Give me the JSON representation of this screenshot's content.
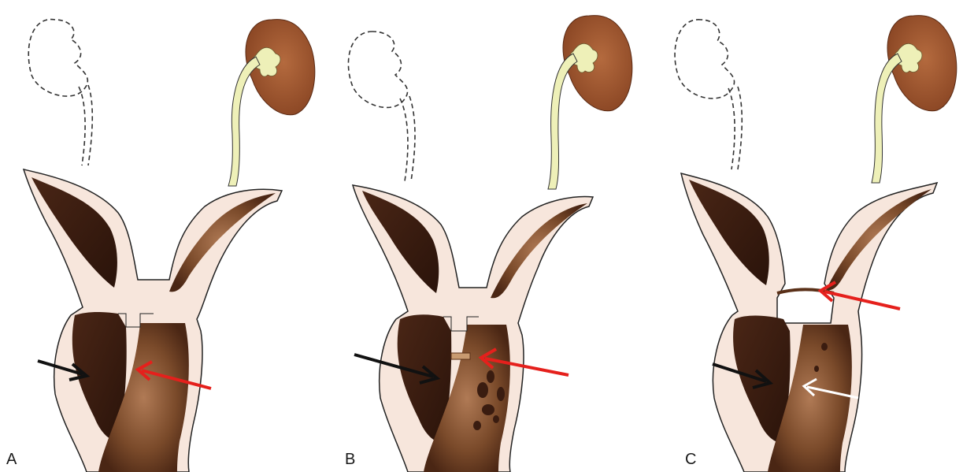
{
  "figure": {
    "panels": [
      {
        "label": "A"
      },
      {
        "label": "B"
      },
      {
        "label": "C"
      }
    ]
  },
  "colors": {
    "kidney": "#a0582e",
    "ureter": "#eef0b8",
    "tissue": "#f7e6dc",
    "dark_cavity": "#3a1c10",
    "brown_cavity": "#7a4a2a",
    "outline": "#2a1a10",
    "red_arrow": "#e5201c",
    "black_arrow": "#111111",
    "white_arrow": "#ffffff"
  }
}
